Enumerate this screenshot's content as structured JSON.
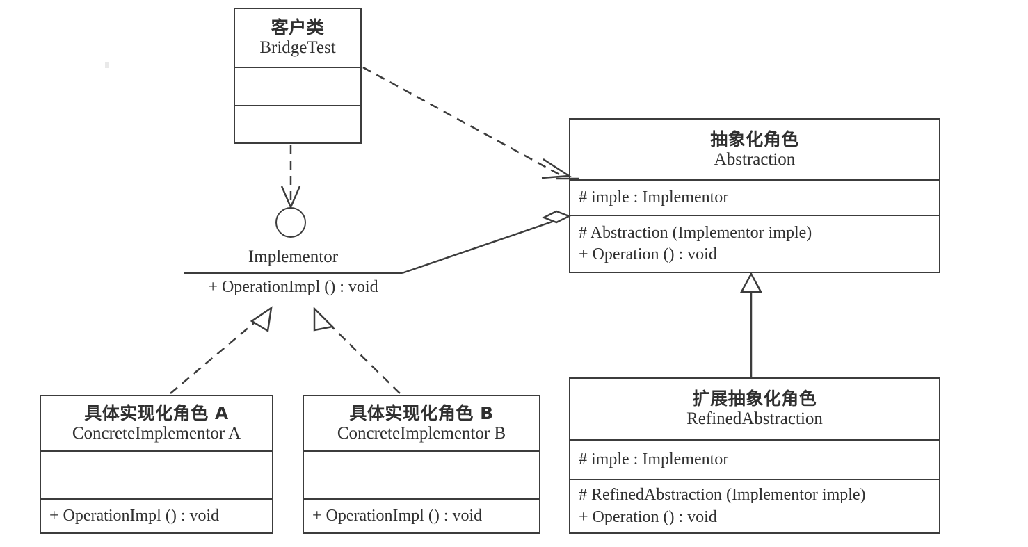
{
  "diagram": {
    "title": "Bridge Pattern UML Class Diagram",
    "stroke_color": "#3c3c3c",
    "background_color": "#ffffff"
  },
  "classes": {
    "client": {
      "stereotype_cn": "客户类",
      "name_en": "BridgeTest",
      "attributes": [],
      "operations": []
    },
    "abstraction": {
      "stereotype_cn": "抽象化角色",
      "name_en": "Abstraction",
      "attributes": [
        "# imple : Implementor"
      ],
      "operations": [
        "# Abstraction (Implementor imple)",
        "+ Operation () : void"
      ]
    },
    "refined_abstraction": {
      "stereotype_cn": "扩展抽象化角色",
      "name_en": "RefinedAbstraction",
      "attributes": [
        "# imple : Implementor"
      ],
      "operations": [
        "# RefinedAbstraction (Implementor imple)",
        "+ Operation () : void"
      ]
    },
    "concrete_implementor_a": {
      "stereotype_cn": "具体实现化角色 A",
      "name_en": "ConcreteImplementor A",
      "attributes": [],
      "operations": [
        "+ OperationImpl () : void"
      ]
    },
    "concrete_implementor_b": {
      "stereotype_cn": "具体实现化角色 B",
      "name_en": "ConcreteImplementor B",
      "attributes": [],
      "operations": [
        "+ OperationImpl () : void"
      ]
    }
  },
  "interfaces": {
    "implementor": {
      "name": "Implementor",
      "notation": "lollipop",
      "operations": [
        "+ OperationImpl () : void"
      ]
    }
  },
  "relations": [
    {
      "id": "client-to-abstraction",
      "type": "dependency",
      "line": "dashed",
      "arrowhead": "open",
      "from": "BridgeTest",
      "to": "Abstraction"
    },
    {
      "id": "client-to-implementor",
      "type": "dependency",
      "line": "dashed",
      "arrowhead": "open",
      "from": "BridgeTest",
      "to": "Implementor"
    },
    {
      "id": "abstraction-aggregates-implementor",
      "type": "aggregation",
      "line": "solid",
      "arrowhead": "hollow-diamond",
      "from": "Abstraction",
      "to": "Implementor"
    },
    {
      "id": "refined-extends-abstraction",
      "type": "generalization",
      "line": "solid",
      "arrowhead": "hollow-triangle",
      "from": "RefinedAbstraction",
      "to": "Abstraction"
    },
    {
      "id": "concrete-a-realizes-implementor",
      "type": "realization",
      "line": "dashed",
      "arrowhead": "hollow-triangle",
      "from": "ConcreteImplementor A",
      "to": "Implementor"
    },
    {
      "id": "concrete-b-realizes-implementor",
      "type": "realization",
      "line": "dashed",
      "arrowhead": "hollow-triangle",
      "from": "ConcreteImplementor B",
      "to": "Implementor"
    }
  ]
}
